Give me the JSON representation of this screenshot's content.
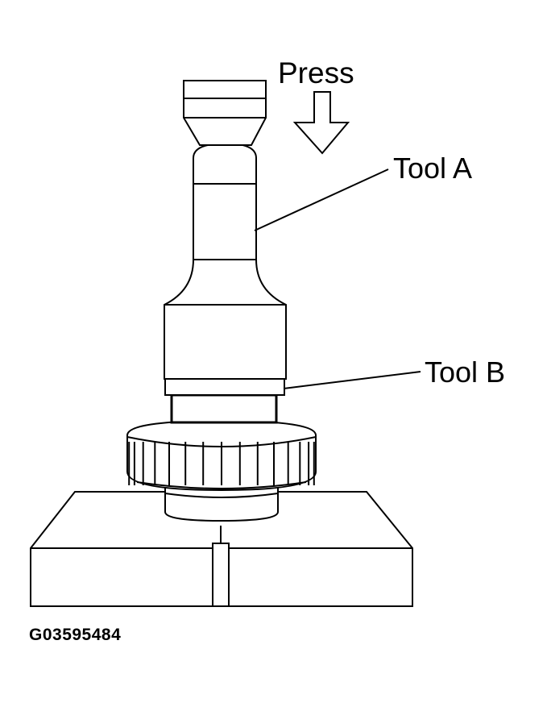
{
  "labels": {
    "press": "Press",
    "tool_a": "Tool A",
    "tool_b": "Tool B"
  },
  "figure_id": "G03595484",
  "gear": {
    "teeth_visible": 16
  }
}
